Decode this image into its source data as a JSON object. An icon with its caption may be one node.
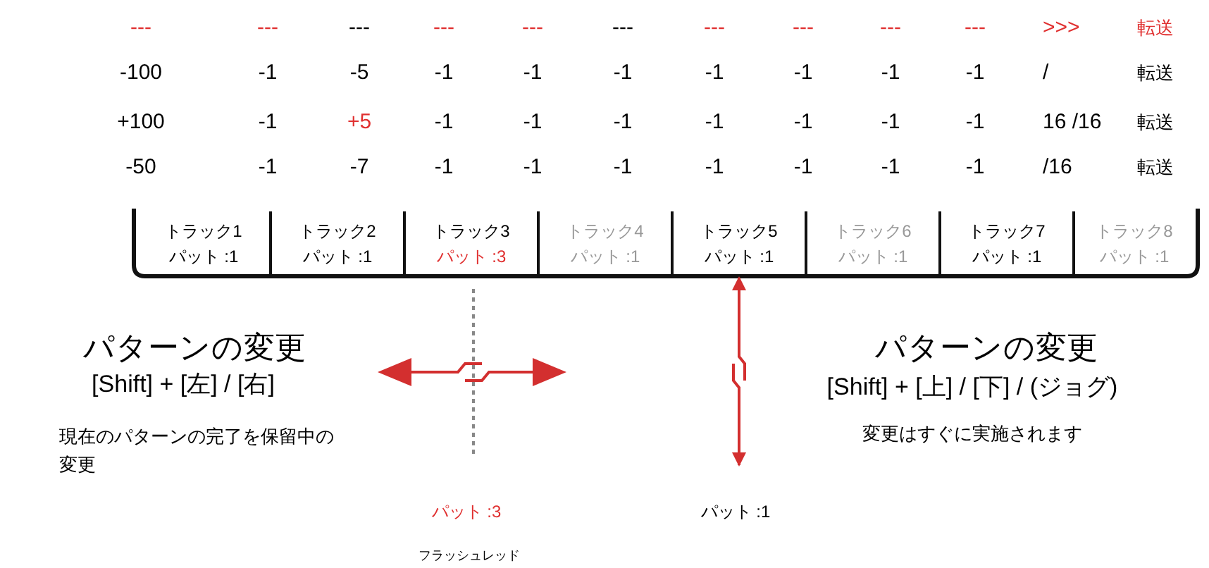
{
  "diagram": {
    "nodes": [
      {
        "text": [
          "トラック1",
          "パット :1"
        ]
      },
      {
        "text": [
          "トラック2",
          "パット :1"
        ]
      },
      {
        "text": [
          "トラック3",
          "パット :3"
        ]
      },
      {
        "text": [
          "トラック4",
          "パット :1"
        ]
      },
      {
        "text": [
          "トラック5",
          "パット :1"
        ]
      },
      {
        "text": [
          "トラック6",
          "パット :1"
        ]
      },
      {
        "text": [
          "トラック7",
          "パット :1"
        ]
      },
      {
        "text": [
          "トラック8",
          "パット :1"
        ]
      }
    ],
    "edges": [
      {
        "from": null,
        "to": 4,
        "arrow": "both"
      }
    ],
    "labels": [
      "---",
      "---",
      "---",
      "---",
      "---",
      "---",
      "---",
      "---",
      "---",
      "---",
      ">>>",
      "転送",
      "-100",
      "-1",
      "-5",
      "-1",
      "-1",
      "-1",
      "-1",
      "-1",
      "-1",
      "-1",
      "/",
      "転送",
      "+100",
      "-1",
      "+5",
      "-1",
      "-1",
      "-1",
      "-1",
      "-1",
      "-1",
      "-1",
      "16 /16",
      "転送",
      "-50",
      "-1",
      "-7",
      "-1",
      "-1",
      "-1",
      "-1",
      "-1",
      "-1",
      "-1",
      "/16",
      "転送",
      "パターンの変更",
      "[Shift] + [左] / [右]",
      "現在のパターンの完了を保留中の変更",
      "パット :3",
      "フラッシュレッド",
      "パット :1",
      "パターンの変更",
      "[Shift] + [上] / [下] / (ジョグ)",
      "変更はすぐに実施されます"
    ]
  }
}
